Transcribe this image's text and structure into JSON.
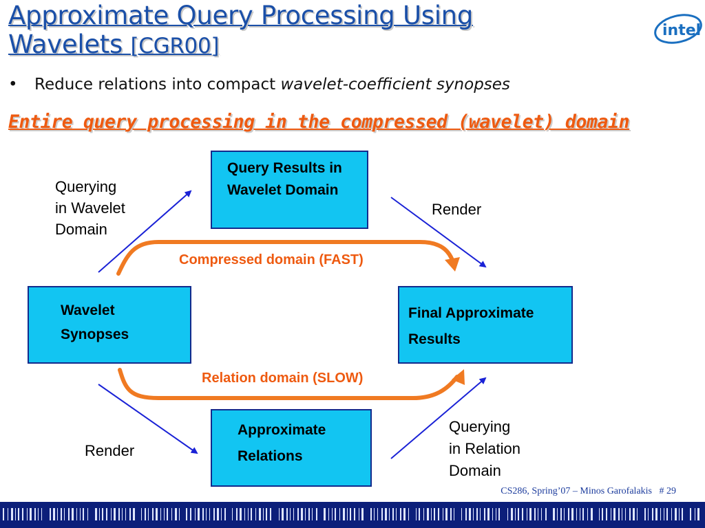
{
  "slide": {
    "title_line1": "Approximate Query Processing Using",
    "title_line2": "Wavelets",
    "title_cite": "[CGR00]",
    "bullet_marker": "•",
    "bullet_text": "Reduce relations into compact ",
    "bullet_emphasis": "wavelet-coefficient synopses",
    "headline": "Entire query processing in the compressed (wavelet) domain",
    "logo_text": "intel",
    "footer_text": "CS286, Spring’07 – Minos Garofalakis",
    "footer_page": "# 29"
  },
  "diagram": {
    "boxes": {
      "query_results": {
        "line1": "Query Results in",
        "line2": "Wavelet Domain"
      },
      "wavelet_synopses": {
        "line1": "Wavelet",
        "line2": "Synopses"
      },
      "final_results": {
        "line1": "Final Approximate",
        "line2": "Results"
      },
      "approx_relations": {
        "line1": "Approximate",
        "line2": "Relations"
      }
    },
    "labels": {
      "querying_wavelet": {
        "line1": "Querying",
        "line2": "in Wavelet",
        "line3": "Domain"
      },
      "render_top": "Render",
      "compressed_domain": "Compressed domain (FAST)",
      "relation_domain": "Relation domain (SLOW)",
      "render_bottom": "Render",
      "querying_relation": {
        "line1": "Querying",
        "line2": "in Relation",
        "line3": "Domain"
      }
    },
    "colors": {
      "title_blue": "#1a4fa8",
      "accent_orange": "#ee5a10",
      "box_fill": "#12c5f2",
      "box_border": "#122a8c",
      "arrow_blue": "#1a22d6",
      "arrow_orange": "#f07a22"
    }
  }
}
